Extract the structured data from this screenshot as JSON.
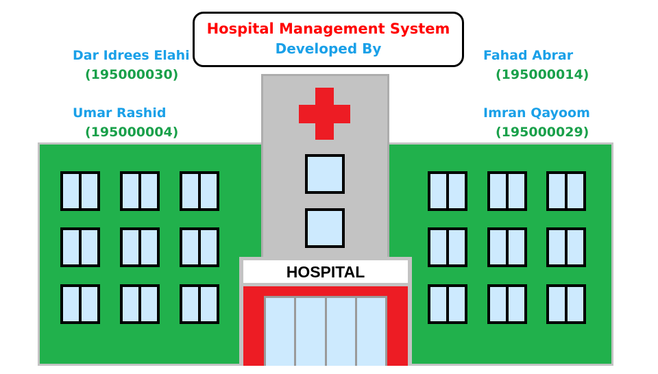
{
  "header": {
    "title": "Hospital Management System",
    "subtitle": "Developed By"
  },
  "developers": [
    {
      "name": "Dar Idrees Elahi",
      "id": "(195000030)"
    },
    {
      "name": "Umar Rashid",
      "id": "(195000004)"
    },
    {
      "name": "Fahad Abrar",
      "id": "(195000014)"
    },
    {
      "name": "Imran Qayoom",
      "id": "(195000029)"
    }
  ],
  "building": {
    "sign": "HOSPITAL"
  },
  "colors": {
    "title": "#ff0000",
    "developer_name": "#1aa0e8",
    "developer_id": "#19a04a",
    "wing": "#21b14c",
    "tower": "#c3c3c3",
    "cross": "#ed1c24",
    "glass": "#cdeafe"
  }
}
